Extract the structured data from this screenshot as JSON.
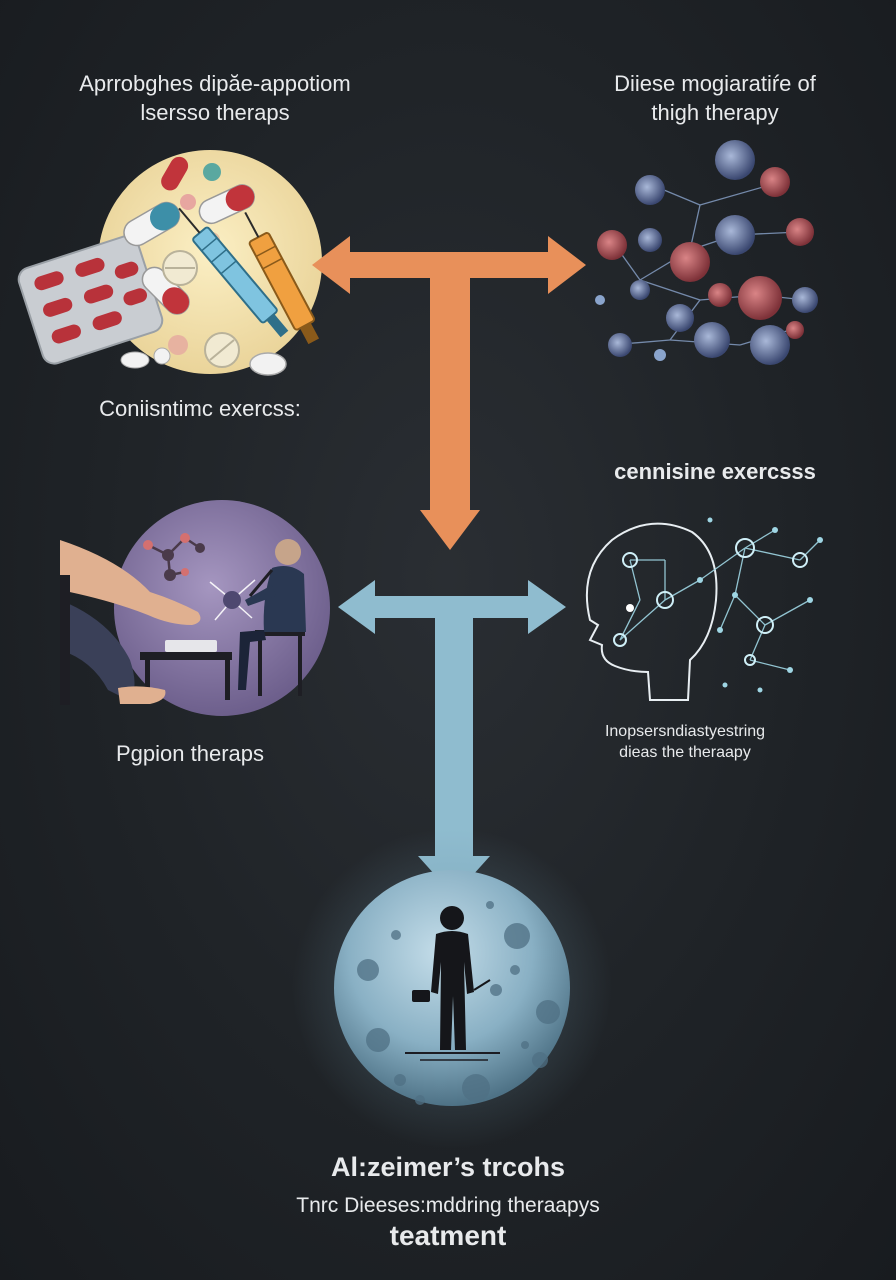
{
  "labels": {
    "top_left": [
      "Aprrobghes dipăe-appotiom",
      "lsersso theraps"
    ],
    "top_right": [
      "Diiese mogiaratiŕe of",
      "thigh  therapy"
    ],
    "mid_left": "Coniisntimc exercss:",
    "mid_right": "cennisine exercsss",
    "bottom_left": "Pgpion theraps",
    "bottom_right": [
      "Inopsersndiastyestring",
      "dieas the theraapy"
    ]
  },
  "footer": {
    "title": "Al:zeimer’s trcohs",
    "subtitle": "Tnrc Dieeses:mddring theraapys",
    "treatment": "teatment"
  },
  "colors": {
    "background": "#1f2327",
    "orange_arrow": "#e8905a",
    "blue_arrow": "#8fbccf",
    "text": "#e8eaec",
    "pill_circle": "#f4e3ac",
    "therapy_circle": "#8a7aa6",
    "bottom_circle": "#8ab3c8"
  },
  "icons": [
    "pills-and-syringes-icon",
    "protein-clusters-icon",
    "physical-therapy-scene-icon",
    "brain-network-head-icon",
    "person-silhouette-icon"
  ]
}
